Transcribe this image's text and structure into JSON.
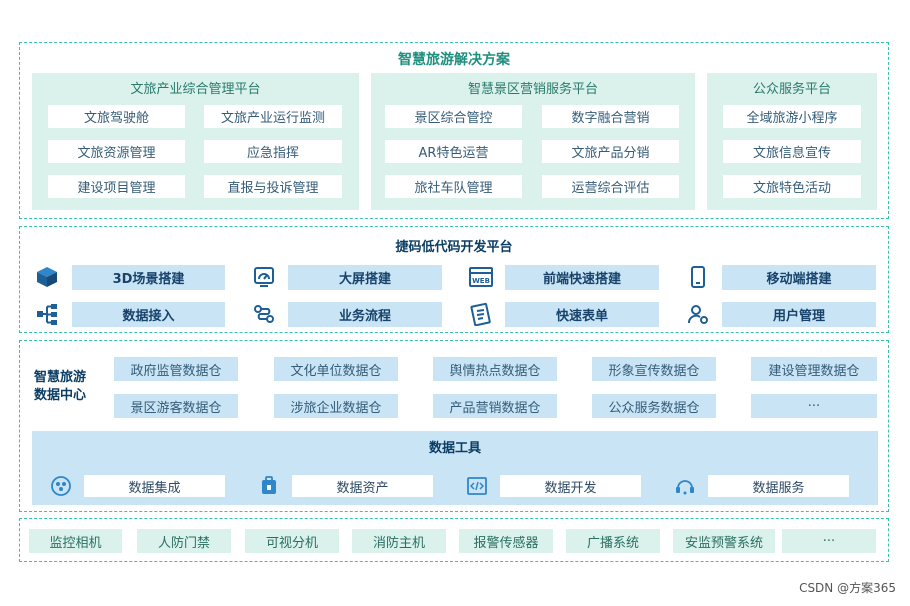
{
  "title": "智慧旅游解决方案",
  "top": {
    "groups": [
      {
        "title": "文旅产业综合管理平台",
        "items": [
          "文旅驾驶舱",
          "文旅产业运行监测",
          "文旅资源管理",
          "应急指挥",
          "建设项目管理",
          "直报与投诉管理"
        ]
      },
      {
        "title": "智慧景区营销服务平台",
        "items": [
          "景区综合管控",
          "数字融合营销",
          "AR特色运营",
          "文旅产品分销",
          "旅社车队管理",
          "运营综合评估"
        ]
      },
      {
        "title": "公众服务平台",
        "items": [
          "全域旅游小程序",
          "文旅信息宣传",
          "文旅特色活动"
        ]
      }
    ]
  },
  "lowcode": {
    "title": "捷码低代码开发平台",
    "tools": [
      {
        "label": "3D场景搭建",
        "icon": "cube-icon"
      },
      {
        "label": "大屏搭建",
        "icon": "dashboard-icon"
      },
      {
        "label": "前端快速搭建",
        "icon": "web-icon"
      },
      {
        "label": "移动端搭建",
        "icon": "mobile-icon"
      },
      {
        "label": "数据接入",
        "icon": "data-tree-icon"
      },
      {
        "label": "业务流程",
        "icon": "workflow-icon"
      },
      {
        "label": "快速表单",
        "icon": "form-icon"
      },
      {
        "label": "用户管理",
        "icon": "user-settings-icon"
      }
    ]
  },
  "datacenter": {
    "label_line1": "智慧旅游",
    "label_line2": "数据中心",
    "warehouses": [
      "政府监管数据仓",
      "文化单位数据仓",
      "舆情热点数据仓",
      "形象宣传数据仓",
      "建设管理数据仓",
      "景区游客数据仓",
      "涉旅企业数据仓",
      "产品营销数据仓",
      "公众服务数据仓",
      "···"
    ],
    "tools_title": "数据工具",
    "tools": [
      {
        "label": "数据集成",
        "icon": "integration-icon"
      },
      {
        "label": "数据资产",
        "icon": "asset-icon"
      },
      {
        "label": "数据开发",
        "icon": "code-icon"
      },
      {
        "label": "数据服务",
        "icon": "service-icon"
      }
    ]
  },
  "devices": [
    "监控相机",
    "人防门禁",
    "可视分机",
    "消防主机",
    "报警传感器",
    "广播系统",
    "安监预警系统",
    "···"
  ],
  "watermark": "CSDN @方案365",
  "colors": {
    "teal": "#38c0b0",
    "light_teal": "#daf1ec",
    "light_blue": "#c9e4f5",
    "navy": "#0c3d63"
  }
}
